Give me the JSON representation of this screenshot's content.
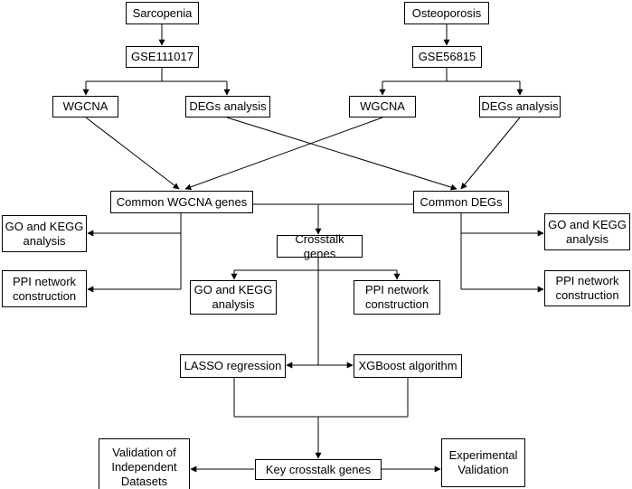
{
  "nodes": {
    "sarcopenia": "Sarcopenia",
    "osteoporosis": "Osteoporosis",
    "gse111017": "GSE111017",
    "gse56815": "GSE56815",
    "wgcna_left": "WGCNA",
    "degs_analysis_left": "DEGs analysis",
    "wgcna_right": "WGCNA",
    "degs_analysis_right": "DEGs analysis",
    "common_wgcna_genes": "Common WGCNA genes",
    "common_degs": "Common DEGs",
    "go_kegg_left": "GO and KEGG\nanalysis",
    "ppi_left": "PPI network\nconstruction",
    "crosstalk_genes": "Crosstalk genes",
    "go_kegg_center": "GO and KEGG\nanalysis",
    "ppi_center": "PPI network\nconstruction",
    "go_kegg_right": "GO and KEGG\nanalysis",
    "ppi_right": "PPI network\nconstruction",
    "lasso_regression": "LASSO regression",
    "xgboost_algorithm": "XGBoost algorithm",
    "validation_datasets": "Validation of\nIndependent\nDatasets",
    "key_crosstalk_genes": "Key crosstalk genes",
    "experimental_validation": "Experimental\nValidation"
  },
  "colors": {
    "line": "#000000",
    "box_border": "#000000",
    "background": "#ffffff"
  }
}
